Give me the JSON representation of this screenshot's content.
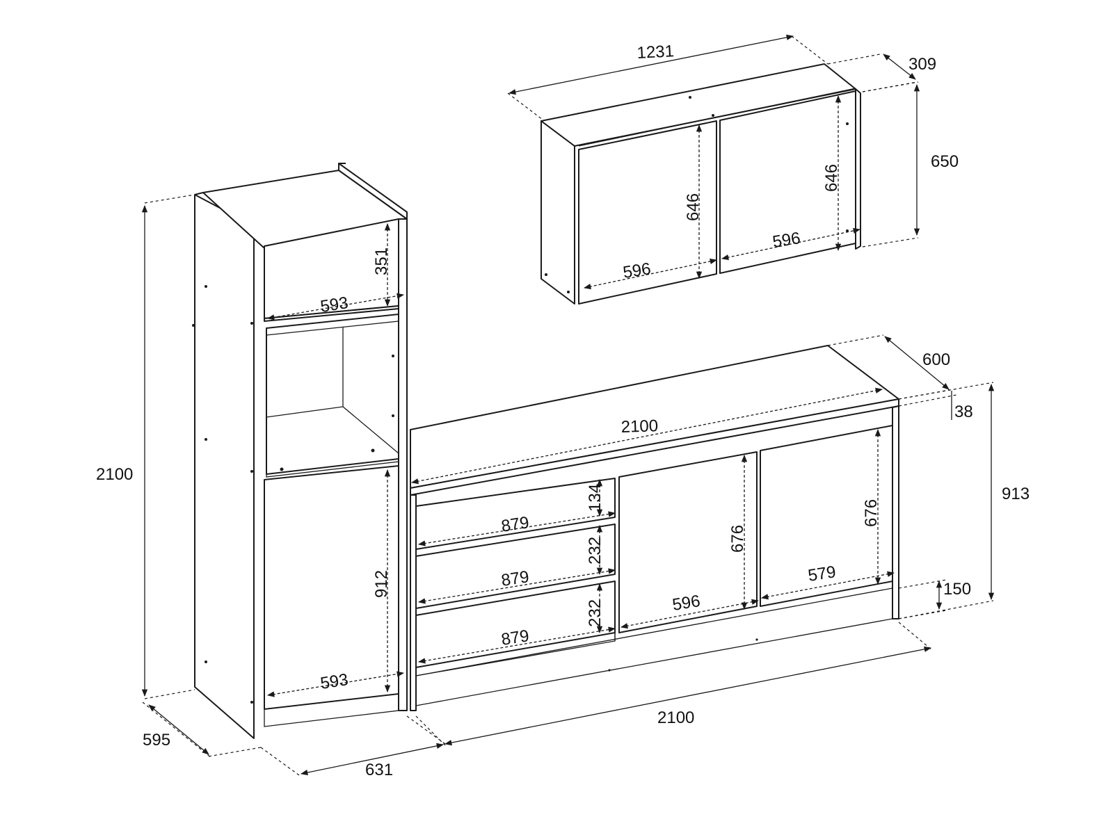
{
  "colors": {
    "line": "#1a1a1a",
    "background": "#ffffff"
  },
  "tall_cabinet": {
    "height": "2100",
    "depth": "595",
    "width": "631",
    "top_opening_height": "351",
    "top_opening_width": "593",
    "bottom_door_height": "912",
    "bottom_door_width": "593"
  },
  "wall_cabinet": {
    "width": "1231",
    "depth": "309",
    "height": "650",
    "left_door_height": "646",
    "right_door_height": "646",
    "left_door_width": "596",
    "right_door_width": "596"
  },
  "base_cabinet": {
    "depth": "600",
    "top_thickness": "38",
    "height": "913",
    "plinth_height": "150",
    "top_width": "2100",
    "bottom_width": "2100",
    "drawer1_height": "134",
    "drawer2_height": "232",
    "drawer3_height": "232",
    "drawer1_width": "879",
    "drawer2_width": "879",
    "drawer3_width": "879",
    "middle_door_height": "676",
    "middle_door_width": "596",
    "right_door_height": "676",
    "right_door_width": "579"
  }
}
